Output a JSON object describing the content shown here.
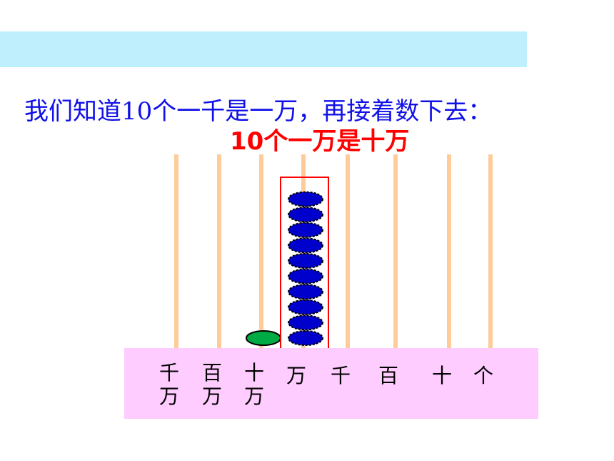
{
  "slide": {
    "intro_text": "我们知道10个一千是一万，再接着数下去：",
    "highlight_text": "10个一万是十万"
  },
  "colors": {
    "title_bar": "#bfeefc",
    "intro_text": "#1010e8",
    "highlight_text": "#ff0000",
    "rod": "#ffcc99",
    "bead_stack": "#0000cc",
    "single_bead": "#00aa44",
    "highlight_box": "#ff0000",
    "place_table": "#ffccff"
  },
  "abacus": {
    "place_labels": [
      {
        "line1": "千",
        "line2": "万"
      },
      {
        "line1": "百",
        "line2": "万"
      },
      {
        "line1": "十",
        "line2": "万"
      },
      {
        "line1": "万",
        "line2": ""
      },
      {
        "line1": "千",
        "line2": ""
      },
      {
        "line1": "百",
        "line2": ""
      },
      {
        "line1": "十",
        "line2": ""
      },
      {
        "line1": "个",
        "line2": ""
      }
    ],
    "bead_counts": [
      0,
      0,
      1,
      10,
      0,
      0,
      0,
      0
    ],
    "highlighted_rod": 3
  }
}
